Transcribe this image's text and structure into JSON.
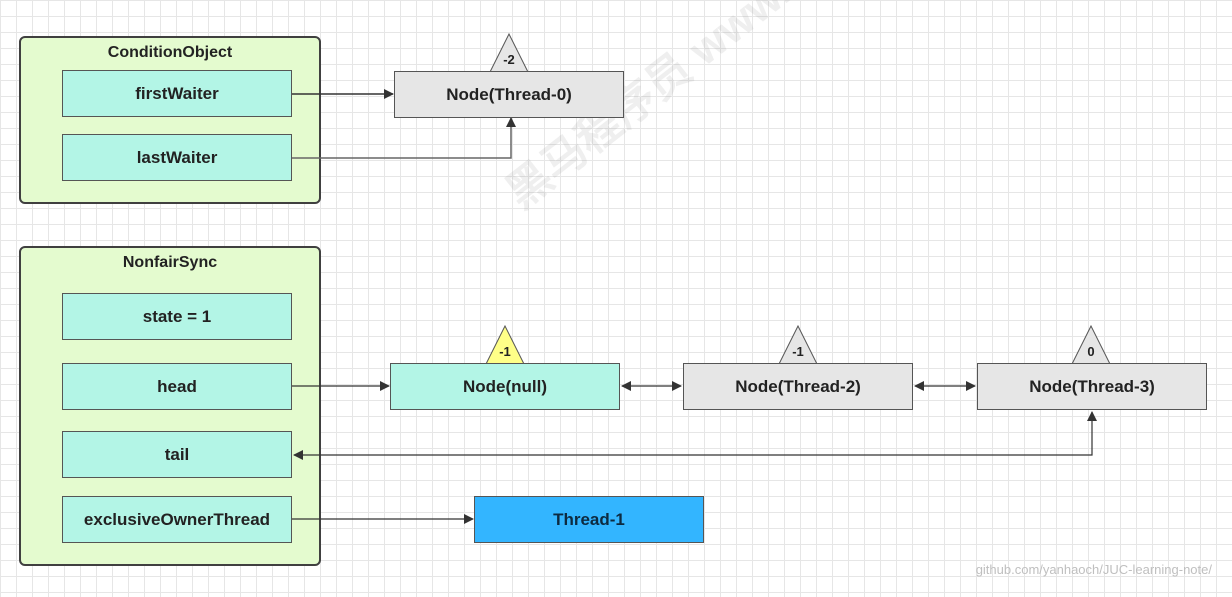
{
  "condition_object": {
    "title": "ConditionObject",
    "fields": {
      "first_waiter": "firstWaiter",
      "last_waiter": "lastWaiter"
    }
  },
  "nonfair_sync": {
    "title": "NonfairSync",
    "fields": {
      "state": "state = 1",
      "head": "head",
      "tail": "tail",
      "exclusive_owner_thread": "exclusiveOwnerThread"
    }
  },
  "nodes": {
    "thread0": {
      "label": "Node(Thread-0)",
      "wait_status": "-2"
    },
    "null_node": {
      "label": "Node(null)",
      "wait_status": "-1"
    },
    "thread2": {
      "label": "Node(Thread-2)",
      "wait_status": "-1"
    },
    "thread3": {
      "label": "Node(Thread-3)",
      "wait_status": "0"
    }
  },
  "owner_thread": {
    "label": "Thread-1"
  },
  "watermark": {
    "text": "黑马程序员 www.itheima.com"
  },
  "footer": {
    "text": "github.com/yanhaoch/JUC-learning-note/"
  },
  "colors": {
    "group_fill": "#e4fbcf",
    "field_fill": "#b3f5e6",
    "node_gray": "#e6e6e6",
    "thread_blue": "#33b5ff",
    "triangle_highlight": "#ffff88"
  }
}
